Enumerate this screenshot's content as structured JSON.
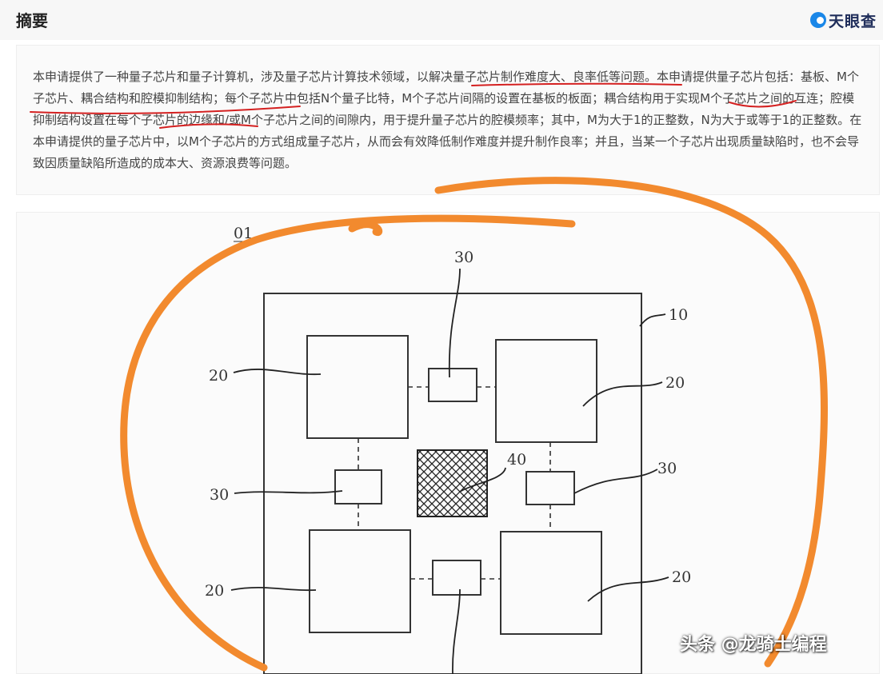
{
  "header": {
    "title": "摘要",
    "brand": "天眼查",
    "brand_icon": "tianyancha-logo-icon"
  },
  "abstract": {
    "text": "本申请提供了一种量子芯片和量子计算机，涉及量子芯片计算技术领域，以解决量子芯片制作难度大、良率低等问题。本申请提供量子芯片包括：基板、M个子芯片、耦合结构和腔模抑制结构；每个子芯片中包括N个量子比特，M个子芯片间隔的设置在基板的板面；耦合结构用于实现M个子芯片之间的互连；腔模抑制结构设置在每个子芯片的边缘和/或M个子芯片之间的间隙内，用于提升量子芯片的腔模频率；其中，M为大于1的正整数，N为大于或等于1的正整数。在本申请提供的量子芯片中，以M个子芯片的方式组成量子芯片，从而会有效降低制作难度并提升制作良率；并且，当某一个子芯片出现质量缺陷时，也不会导致因质量缺陷所造成的成本大、资源浪费等问题。"
  },
  "figure": {
    "figure_number": "01",
    "labels": {
      "substrate": "10",
      "chip_top_left": "20",
      "chip_top_right": "20",
      "chip_bottom_left": "20",
      "chip_bottom_right": "20",
      "coupler_top": "30",
      "coupler_left": "30",
      "coupler_right": "30",
      "suppression": "40"
    }
  },
  "watermark": "头条 @龙骑士编程",
  "colors": {
    "annotation_orange": "#f28a2e",
    "underline_red": "#d42020"
  }
}
